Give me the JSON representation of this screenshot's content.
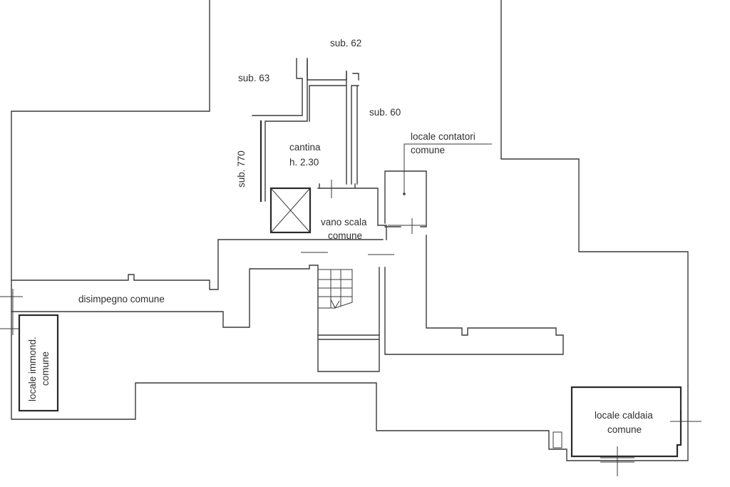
{
  "labels": {
    "sub62": "sub. 62",
    "sub63": "sub. 63",
    "sub60": "sub. 60",
    "sub770": "sub. 770",
    "cantina": "cantina",
    "cantina_height": "h. 2.30",
    "contatori_line1": "locale contatori",
    "contatori_line2": "comune",
    "vano_line1": "vano scala",
    "vano_line2": "comune",
    "disimpegno": "disimpegno comune",
    "immond_line1": "locale immond.",
    "immond_line2": "comune",
    "caldaia_line1": "locale caldaia",
    "caldaia_line2": "comune"
  },
  "colors": {
    "line": "#3a3a3a",
    "text": "#303030",
    "background": "#ffffff"
  }
}
